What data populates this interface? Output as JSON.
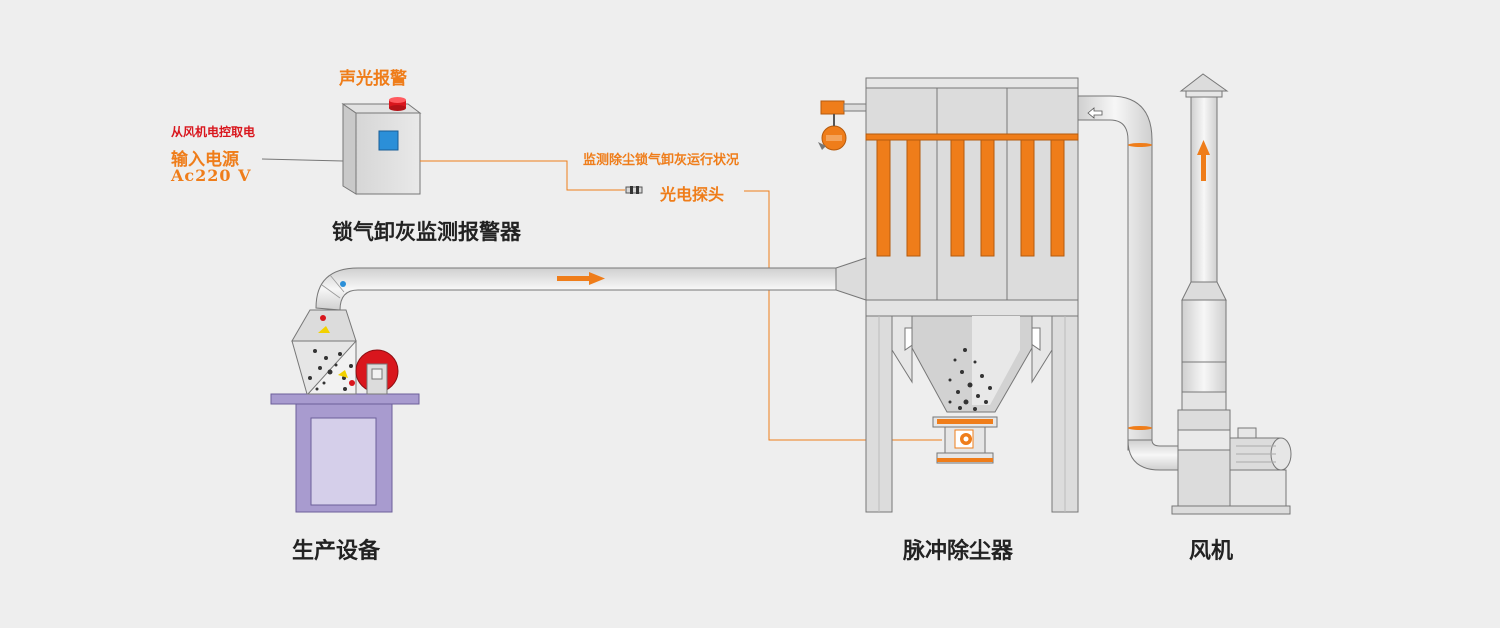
{
  "labels": {
    "alarm": "声光报警",
    "power_source": "从风机电控取电",
    "power_input": "输入电源",
    "voltage": "Ac220 V",
    "monitor_desc": "监测除尘锁气卸灰运行状况",
    "sensor": "光电探头",
    "device": "锁气卸灰监测报警器",
    "production": "生产设备",
    "collector": "脉冲除尘器",
    "fan": "风机"
  },
  "colors": {
    "accent_orange": "#ef7d1a",
    "alarm_red": "#d9161d",
    "panel_blue": "#2b8fd8",
    "machine_purple": "#a89bcf",
    "metal_grey": "#dcdcdc",
    "line_grey": "#777777"
  }
}
